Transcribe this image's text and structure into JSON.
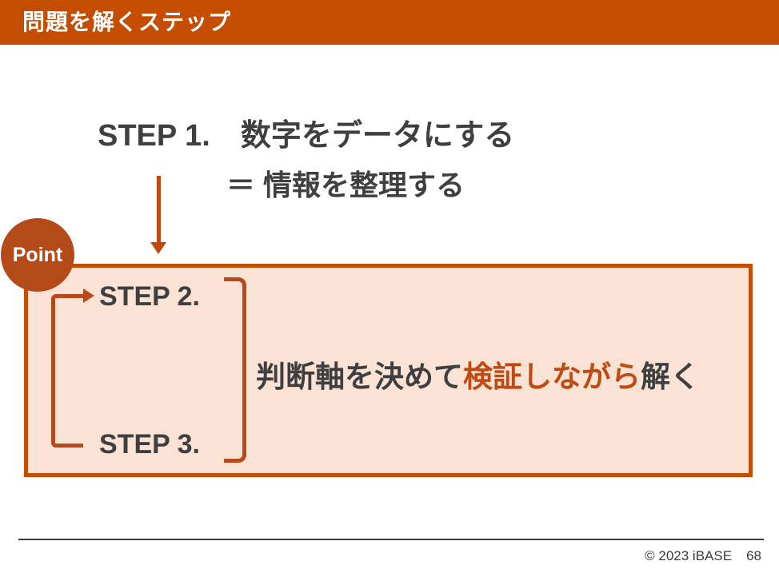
{
  "header": {
    "title": "問題を解くステップ"
  },
  "step1": {
    "label": "STEP 1.",
    "text": "数字をデータにする",
    "subtext": "＝ 情報を整理する"
  },
  "point_badge": {
    "label": "Point"
  },
  "loop_box": {
    "step2_label": "STEP 2.",
    "step3_label": "STEP 3.",
    "description": {
      "prefix": "判断軸を決めて",
      "highlight": "検証しながら",
      "suffix": "解く"
    }
  },
  "footer": {
    "copyright": "© 2023 iBASE",
    "page_number": "68"
  },
  "colors": {
    "header-orange": "#C44D02",
    "badge-orange": "#B44A18",
    "box-fill": "#FAE3D4",
    "arrow-orange": "#C0490B",
    "loop-orange": "#B8491A",
    "text-dark": "#3F3F3F",
    "highlight-orange": "#C04A12",
    "footer-gray": "#3A3A3A"
  }
}
